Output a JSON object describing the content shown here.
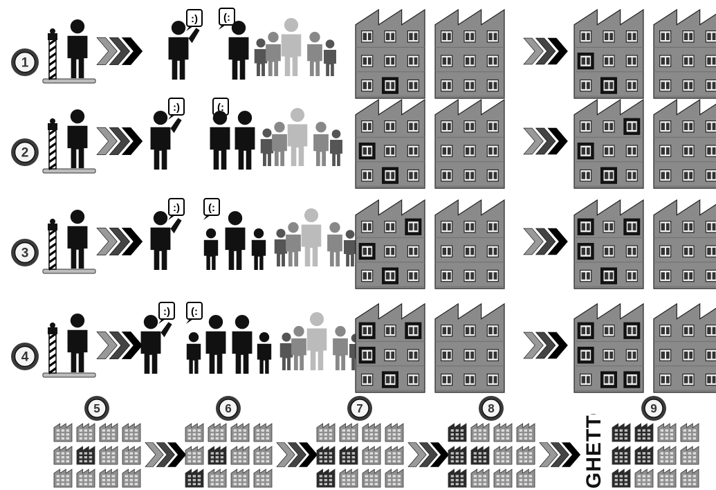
{
  "steps": [
    {
      "number": "1",
      "left_group": {
        "listeners": [
          "black"
        ],
        "crowd": [
          "dark",
          "gray",
          "light",
          "gray",
          "dark"
        ]
      },
      "factory_a_windows": [
        [
          0,
          0,
          0
        ],
        [
          0,
          0,
          0
        ],
        [
          0,
          1,
          0
        ]
      ],
      "factory_b_windows": [
        [
          0,
          0,
          0
        ],
        [
          1,
          0,
          0
        ],
        [
          0,
          1,
          0
        ]
      ]
    },
    {
      "number": "2",
      "left_group": {
        "listeners": [
          "black",
          "black"
        ],
        "crowd": [
          "dark",
          "gray",
          "light",
          "gray",
          "dark"
        ]
      },
      "factory_a_windows": [
        [
          0,
          0,
          0
        ],
        [
          1,
          0,
          0
        ],
        [
          0,
          1,
          0
        ]
      ],
      "factory_b_windows": [
        [
          0,
          0,
          1
        ],
        [
          1,
          0,
          0
        ],
        [
          0,
          1,
          0
        ]
      ]
    },
    {
      "number": "3",
      "left_group": {
        "listeners": [
          "child",
          "black",
          "child"
        ],
        "crowd": [
          "dark",
          "gray",
          "light",
          "gray",
          "dark"
        ]
      },
      "factory_a_windows": [
        [
          0,
          0,
          1
        ],
        [
          1,
          0,
          0
        ],
        [
          0,
          1,
          0
        ]
      ],
      "factory_b_windows": [
        [
          1,
          0,
          1
        ],
        [
          1,
          0,
          0
        ],
        [
          0,
          1,
          0
        ]
      ]
    },
    {
      "number": "4",
      "left_group": {
        "listeners": [
          "child",
          "black",
          "black",
          "child"
        ],
        "crowd": [
          "dark",
          "gray",
          "light",
          "gray",
          "dark"
        ]
      },
      "factory_a_windows": [
        [
          1,
          0,
          1
        ],
        [
          1,
          0,
          0
        ],
        [
          0,
          1,
          0
        ]
      ],
      "factory_b_windows": [
        [
          1,
          0,
          1
        ],
        [
          1,
          0,
          0
        ],
        [
          0,
          1,
          1
        ]
      ]
    }
  ],
  "speech_left": ":)",
  "speech_right": "(:",
  "neighborhood_steps": [
    {
      "number": "5",
      "dark_tiles": [
        5
      ]
    },
    {
      "number": "6",
      "dark_tiles": [
        5,
        8
      ]
    },
    {
      "number": "7",
      "dark_tiles": [
        4,
        5,
        8
      ]
    },
    {
      "number": "8",
      "dark_tiles": [
        0,
        4,
        5,
        8
      ]
    },
    {
      "number": "9",
      "dark_tiles": [
        0,
        1,
        4,
        5,
        8
      ]
    }
  ],
  "ghetto_label": "GHETTO",
  "icons": [
    "number-badge-icon",
    "border-post-icon",
    "person-icon",
    "chevron-arrows-icon",
    "speech-bubble-icon",
    "crowd-icon",
    "factory-icon"
  ],
  "colors": {
    "black": "#111111",
    "dark_gray": "#555555",
    "gray": "#888888",
    "light_gray": "#bbbbbb",
    "factory": "#8a8a8a",
    "window": "#f2f2f2"
  }
}
